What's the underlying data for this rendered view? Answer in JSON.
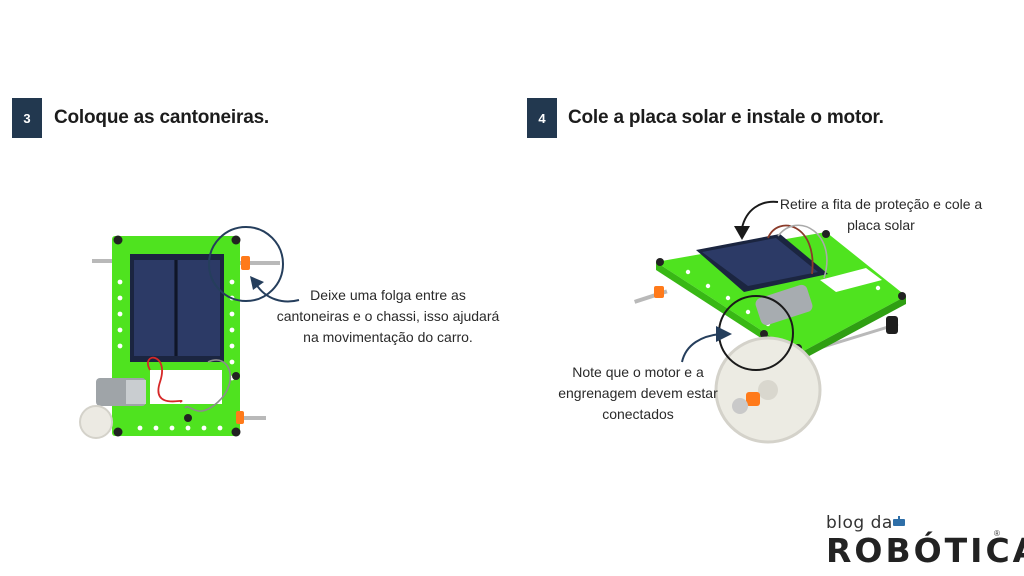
{
  "steps": [
    {
      "number": "3",
      "title": "Coloque as cantoneiras.",
      "caption": [
        "Deixe uma folga entre as",
        "cantoneiras e o chassi, isso ajudará",
        "na movimentação do carro."
      ]
    },
    {
      "number": "4",
      "title": "Cole a placa solar e instale o motor.",
      "caption_top": [
        "Retire a fita de proteção e cole a",
        "placa solar"
      ],
      "caption_left": [
        "Note que o motor e a",
        "engrenagem devem estar",
        "conectados"
      ]
    }
  ],
  "logo": {
    "line1": "blog da",
    "line2": "ROBÓTICA",
    "reg": "®"
  },
  "colors": {
    "badge": "#22384f",
    "chassis": "#4fe31f",
    "panel": "#1b2540",
    "annotation": "#253e5c"
  }
}
